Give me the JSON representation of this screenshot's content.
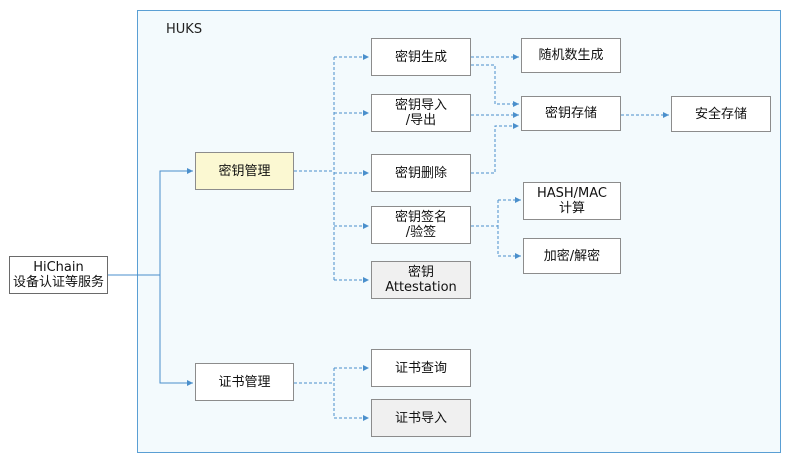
{
  "diagram": {
    "container_title": "HUKS",
    "nodes": {
      "hichain": {
        "line1": "HiChain",
        "line2": "设备认证等服务"
      },
      "key_mgmt": {
        "label": "密钥管理"
      },
      "cert_mgmt": {
        "label": "证书管理"
      },
      "key_gen": {
        "label": "密钥生成"
      },
      "key_import": {
        "line1": "密钥导入",
        "line2": "/导出"
      },
      "key_delete": {
        "label": "密钥删除"
      },
      "key_sign": {
        "line1": "密钥签名",
        "line2": "/验签"
      },
      "key_attest": {
        "line1": "密钥",
        "line2": "Attestation"
      },
      "random_gen": {
        "label": "随机数生成"
      },
      "key_storage": {
        "label": "密钥存储"
      },
      "secure_storage": {
        "label": "安全存储"
      },
      "hash_mac": {
        "line1": "HASH/MAC",
        "line2": "计算"
      },
      "encrypt": {
        "label": "加密/解密"
      },
      "cert_query": {
        "label": "证书查询"
      },
      "cert_import": {
        "label": "证书导入"
      }
    },
    "edges": [
      {
        "from": "hichain",
        "to": "key_mgmt",
        "style": "solid"
      },
      {
        "from": "hichain",
        "to": "cert_mgmt",
        "style": "solid"
      },
      {
        "from": "key_mgmt",
        "to": "key_gen",
        "style": "dashed"
      },
      {
        "from": "key_mgmt",
        "to": "key_import",
        "style": "dashed"
      },
      {
        "from": "key_mgmt",
        "to": "key_delete",
        "style": "dashed"
      },
      {
        "from": "key_mgmt",
        "to": "key_sign",
        "style": "dashed"
      },
      {
        "from": "key_mgmt",
        "to": "key_attest",
        "style": "dashed"
      },
      {
        "from": "key_gen",
        "to": "random_gen",
        "style": "dashed"
      },
      {
        "from": "key_gen",
        "to": "key_storage",
        "style": "dashed"
      },
      {
        "from": "key_import",
        "to": "key_storage",
        "style": "dashed"
      },
      {
        "from": "key_delete",
        "to": "key_storage",
        "style": "dashed"
      },
      {
        "from": "key_storage",
        "to": "secure_storage",
        "style": "dashed"
      },
      {
        "from": "key_sign",
        "to": "hash_mac",
        "style": "dashed"
      },
      {
        "from": "key_sign",
        "to": "encrypt",
        "style": "dashed"
      },
      {
        "from": "cert_mgmt",
        "to": "cert_query",
        "style": "dashed"
      },
      {
        "from": "cert_mgmt",
        "to": "cert_import",
        "style": "dashed"
      }
    ],
    "colors": {
      "line": "#4a8fcc",
      "container_border": "#5a9fd4",
      "container_fill": "#f3fafd",
      "highlight_fill": "#fbf8d2",
      "muted_fill": "#f0f0f0"
    }
  }
}
